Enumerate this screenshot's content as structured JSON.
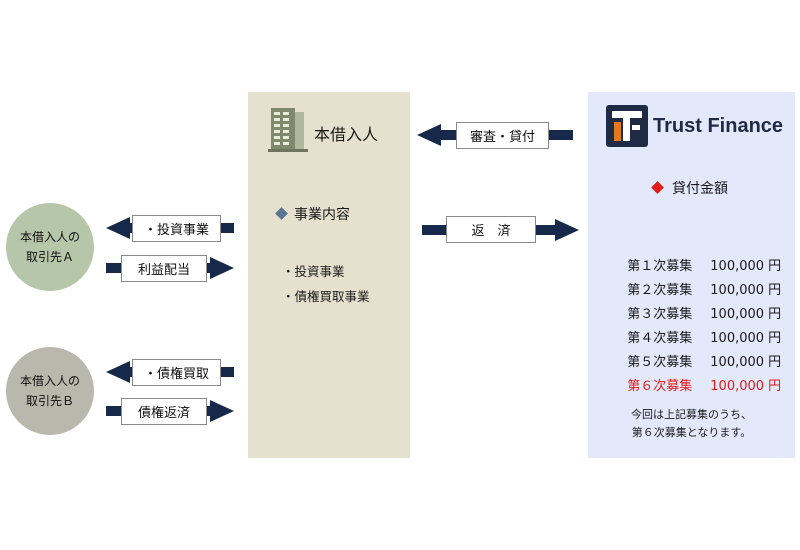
{
  "borrower": {
    "title": "本借入人",
    "section_title": "事業内容",
    "business_items": [
      "・投資事業",
      "・債権買取事業"
    ]
  },
  "lender": {
    "brand_name": "Trust Finance",
    "section_title": "貸付金額",
    "funding_rounds": [
      {
        "round": "第１次募集",
        "amount": "100,000 円",
        "current": false
      },
      {
        "round": "第２次募集",
        "amount": "100,000 円",
        "current": false
      },
      {
        "round": "第３次募集",
        "amount": "100,000 円",
        "current": false
      },
      {
        "round": "第４次募集",
        "amount": "100,000 円",
        "current": false
      },
      {
        "round": "第５次募集",
        "amount": "100,000 円",
        "current": false
      },
      {
        "round": "第６次募集",
        "amount": "100,000 円",
        "current": true
      }
    ],
    "note_line1": "今回は上記募集のうち、",
    "note_line2": "第６次募集となります。"
  },
  "flows": {
    "review_loan": "審査・貸付",
    "repayment": "返　済",
    "investment": "・投資事業",
    "profit_distribution": "利益配当",
    "receivables_purchase": "・債権買取",
    "receivables_repayment": "債権返済"
  },
  "partners": {
    "a_line1": "本借入人の",
    "a_line2": "取引先Ａ",
    "b_line1": "本借入人の",
    "b_line2": "取引先Ｂ"
  },
  "colors": {
    "arrow": "#17294a",
    "borrower_panel": "#e6e1cf",
    "lender_panel": "#e3e8fb",
    "partner_a": "#b6c6a8",
    "partner_b": "#b9b8ac",
    "highlight": "#e31b1b",
    "section_marker": "#5a7594"
  },
  "icons": {
    "borrower": "building-icon",
    "lender_logo": "trust-finance-logo",
    "section_marker": "diamond-icon"
  }
}
